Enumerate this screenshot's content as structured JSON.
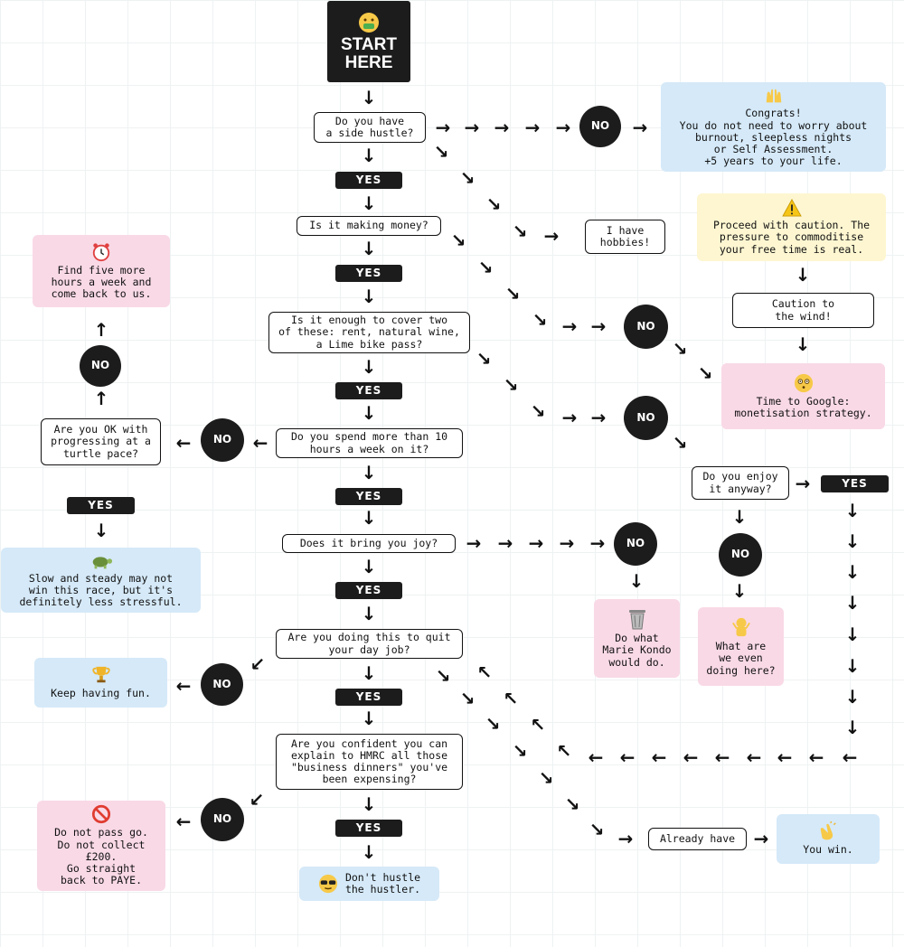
{
  "start": {
    "label": "START\nHERE",
    "icon": "money-mouth-face-icon"
  },
  "questions": {
    "side_hustle": "Do you have\na side hustle?",
    "making_money": "Is it making money?",
    "cover_two": "Is it enough to cover two\nof these: rent, natural wine,\na Lime bike pass?",
    "ten_hours": "Do you spend more than 10\nhours a week on it?",
    "joy": "Does it bring you joy?",
    "quit_job": "Are you doing this to quit\nyour day job?",
    "hmrc": "Are you confident you can\nexplain to HMRC all those\n\"business dinners\" you've\nbeen expensing?",
    "turtle_pace": "Are you OK with\nprogressing at a\nturtle pace?",
    "enjoy_anyway": "Do you enjoy\nit anyway?",
    "hobbies": "I have\nhobbies!",
    "caution_wind": "Caution to\nthe wind!",
    "already_have": "Already have"
  },
  "labels": {
    "yes": "YES",
    "no": "NO"
  },
  "outcomes": {
    "congrats": "Congrats!\nYou do not need to worry about\nburnout, sleepless nights\nor Self Assessment.\n+5 years to your life.",
    "caution": "Proceed with caution. The\npressure to commoditise\nyour free time is real.",
    "find_hours": "Find five more\nhours a week and\ncome back to us.",
    "google": "Time to Google:\nmonetisation strategy.",
    "slow_steady": "Slow and steady may not\nwin this race, but it's\ndefinitely less stressful.",
    "marie_kondo": "Do what\nMarie Kondo\nwould do.",
    "even_doing": "What are\nwe even\ndoing here?",
    "keep_fun": "Keep having fun.",
    "you_win": "You win.",
    "dont_pass": "Do not pass go.\nDo not collect\n£200.\nGo straight\nback to PAYE.",
    "dont_hustle": "Don't hustle\nthe hustler."
  },
  "icons": {
    "congrats": "raised-hands-icon",
    "caution": "warning-icon",
    "find_hours": "alarm-clock-icon",
    "google": "flushed-face-icon",
    "slow_steady": "turtle-icon",
    "marie_kondo": "wastebasket-icon",
    "even_doing": "person-shrugging-icon",
    "keep_fun": "trophy-icon",
    "you_win": "clapping-hands-icon",
    "dont_pass": "prohibited-icon",
    "dont_hustle": "sunglasses-face-icon"
  },
  "colors": {
    "dark": "#1c1c1c",
    "blue": "#d5e9f8",
    "pink": "#f9d9e6",
    "yellow": "#fdf6d1"
  }
}
